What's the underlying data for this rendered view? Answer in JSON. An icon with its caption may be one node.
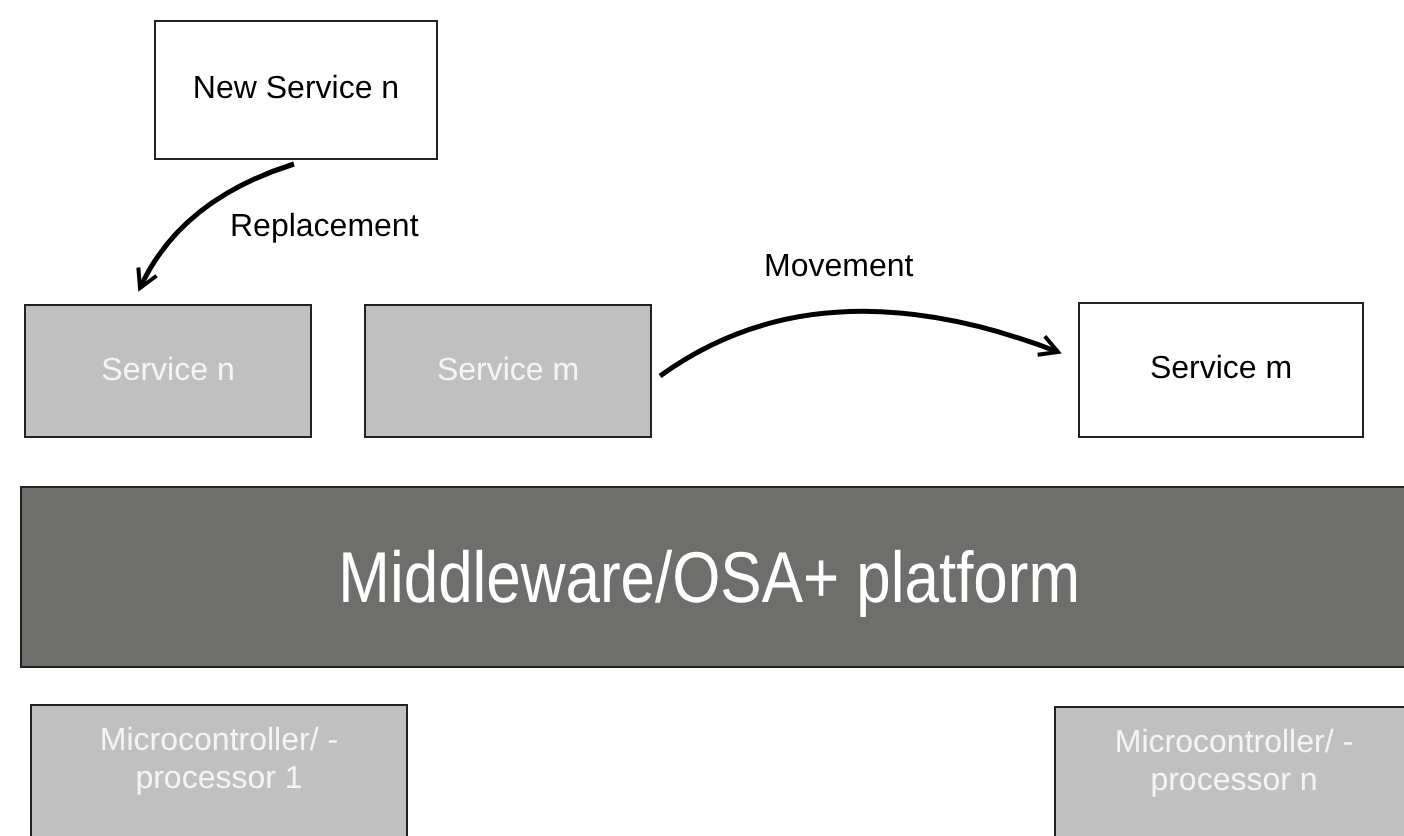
{
  "diagram": {
    "nodes": [
      {
        "text": [
          "New Service n"
        ]
      },
      {
        "text": [
          "Service n"
        ]
      },
      {
        "text": [
          "Service m"
        ]
      },
      {
        "text": [
          "Service m"
        ]
      },
      {
        "text": [
          "Middleware/OSA+ platform"
        ]
      },
      {
        "text": [
          "Microcontroller/ -processor 1"
        ]
      },
      {
        "text": [
          "Microcontroller/ -processor n"
        ]
      }
    ],
    "edges": [
      {
        "from": 0,
        "to": 1,
        "arrow": "to",
        "label": "Replacement"
      },
      {
        "from": 2,
        "to": 3,
        "arrow": "to",
        "label": "Movement"
      }
    ]
  }
}
